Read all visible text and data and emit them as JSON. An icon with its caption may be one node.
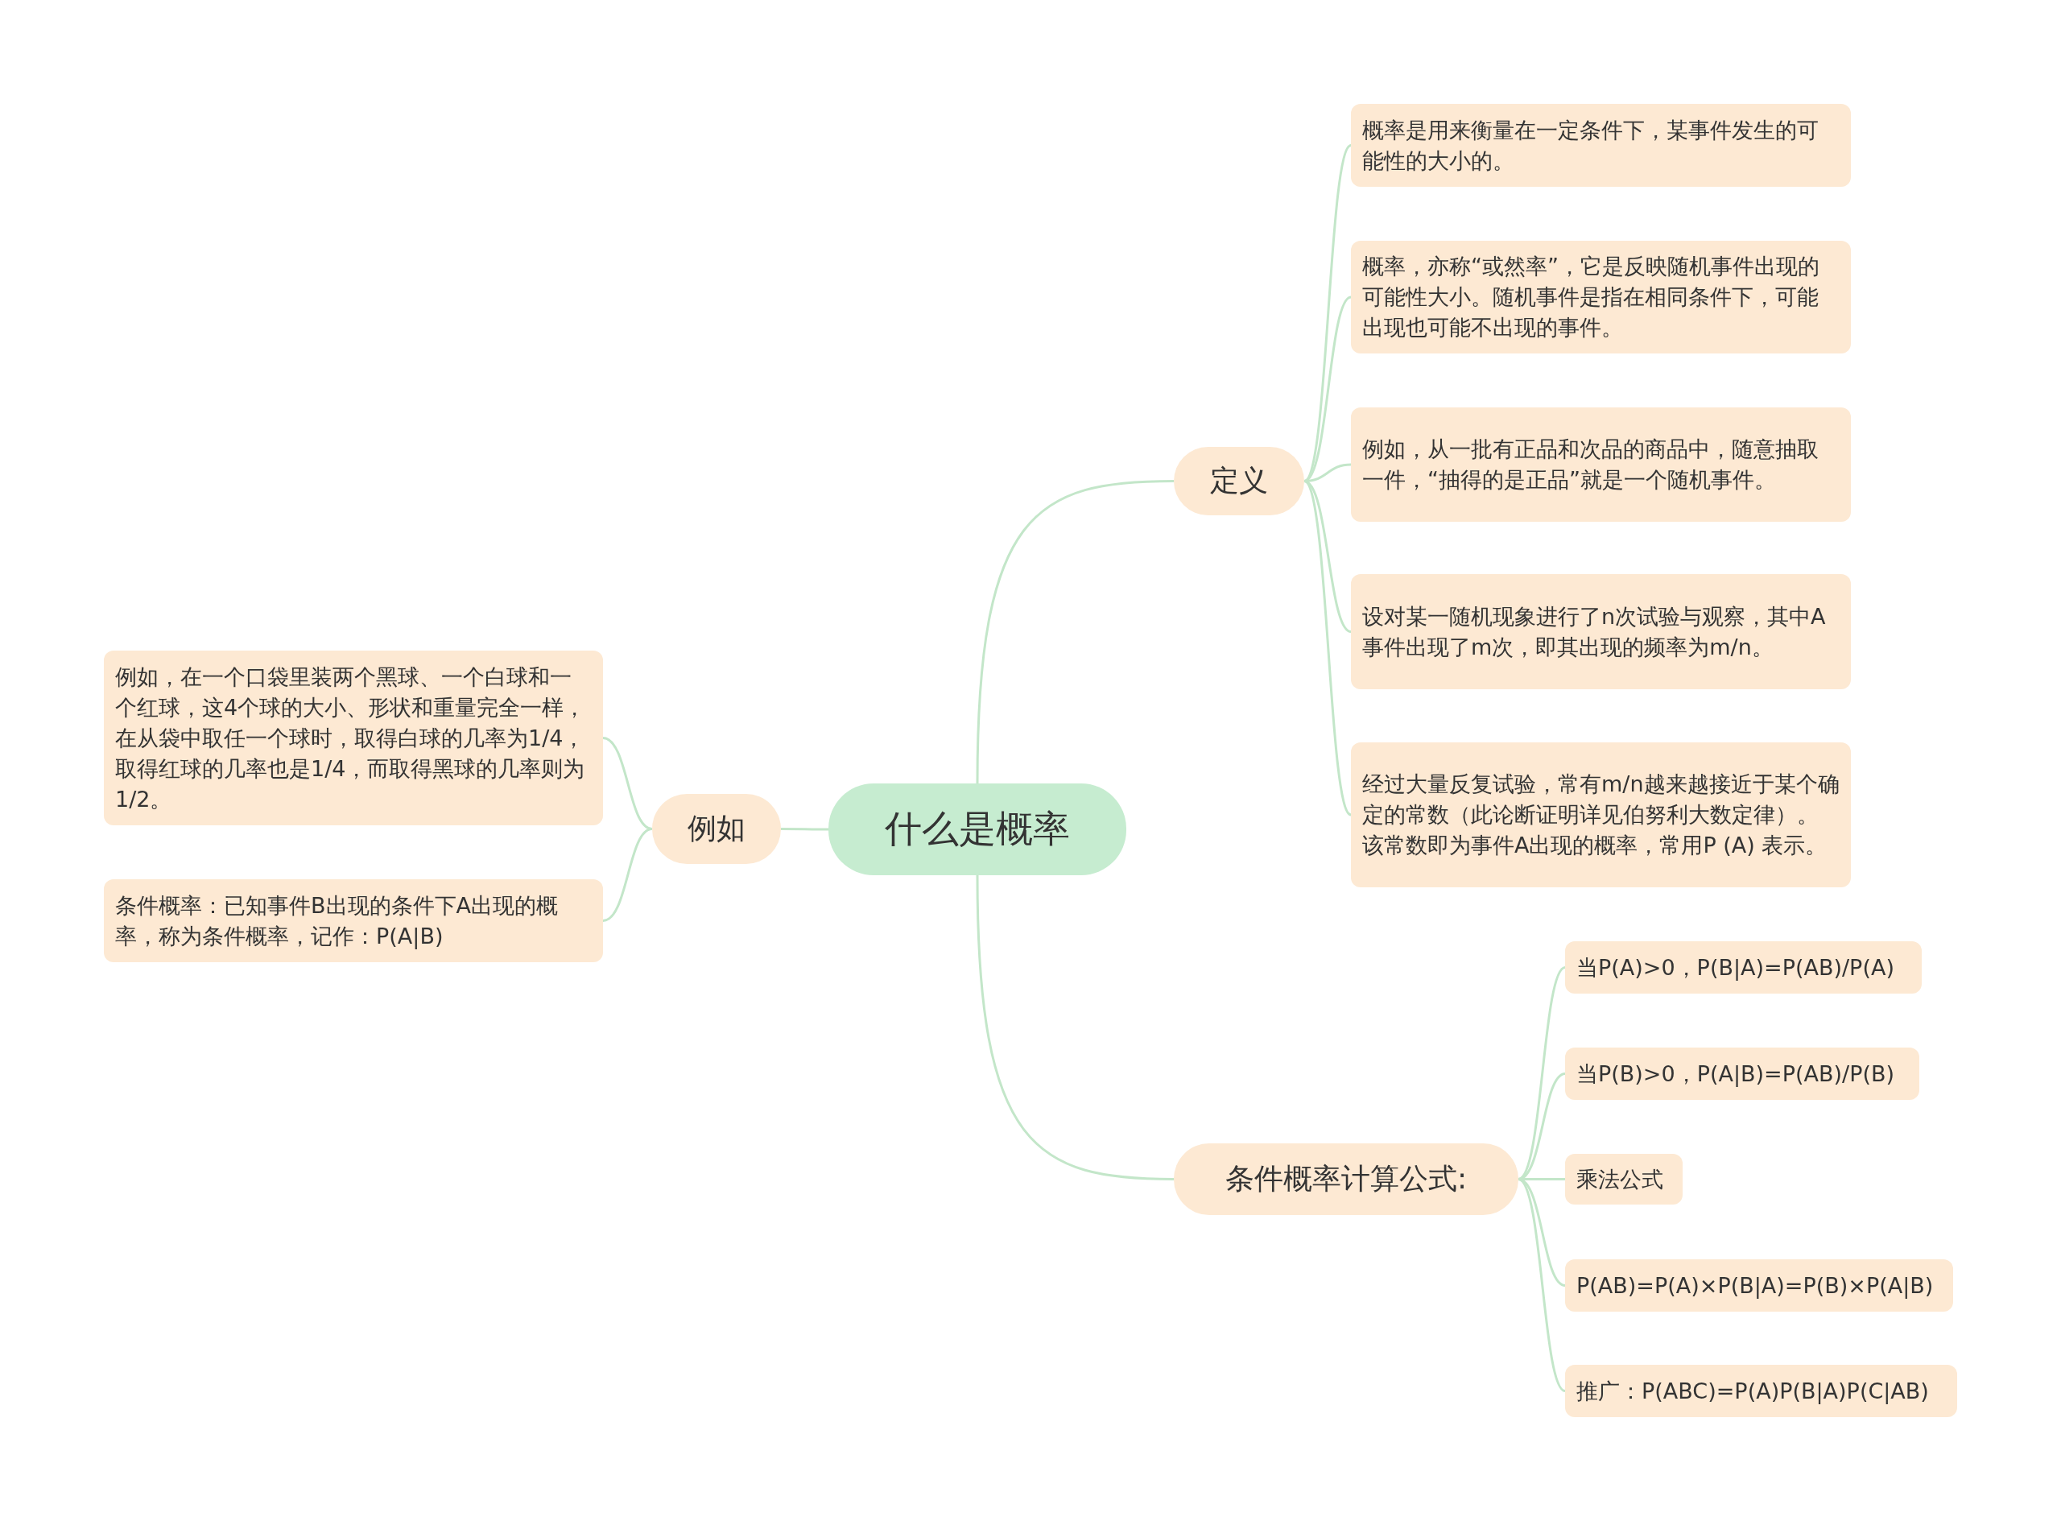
{
  "diagram": {
    "nodes": [
      {
        "text": [
          "什么是概率"
        ]
      },
      {
        "text": [
          "定义"
        ]
      },
      {
        "text": [
          "概率是用来衡量在一定条件下，某事件发生的可能性的大小的。"
        ]
      },
      {
        "text": [
          "概率，亦称“或然率”，它是反映随机事件出现的可能性大小。随机事件是指在相同条件下，可能出现也可能不出现的事件。"
        ]
      },
      {
        "text": [
          "例如，从一批有正品和次品的商品中，随意抽取一件，“抽得的是正品”就是一个随机事件。"
        ]
      },
      {
        "text": [
          "设对某一随机现象进行了n次试验与观察，其中A事件出现了m次，即其出现的频率为m/n。"
        ]
      },
      {
        "text": [
          "经过大量反复试验，常有m/n越来越接近于某个确定的常数（此论断证明详见伯努利大数定律）。该常数即为事件A出现的概率，常用P (A) 表示。"
        ]
      },
      {
        "text": [
          "条件概率计算公式:"
        ]
      },
      {
        "text": [
          "当P(A)>0，P(B|A)=P(AB)/P(A)"
        ]
      },
      {
        "text": [
          "当P(B)>0，P(A|B)=P(AB)/P(B)"
        ]
      },
      {
        "text": [
          "乘法公式"
        ]
      },
      {
        "text": [
          "P(AB)=P(A)×P(B|A)=P(B)×P(A|B)"
        ]
      },
      {
        "text": [
          "推广：P(ABC)=P(A)P(B|A)P(C|AB)"
        ]
      },
      {
        "text": [
          "例如"
        ]
      },
      {
        "text": [
          "例如，在一个口袋里装两个黑球、一个白球和一个红球，这4个球的大小、形状和重量完全一样，在从袋中取任一个球时，取得白球的几率为1/4，取得红球的几率也是1/4，而取得黑球的几率则为1/2。"
        ]
      },
      {
        "text": [
          "条件概率：已知事件B出现的条件下A出现的概率，称为条件概率，记作：P(A|B)"
        ]
      }
    ],
    "edges": [
      {
        "from": 0,
        "to": 1,
        "arrow": "none"
      },
      {
        "from": 1,
        "to": 2,
        "arrow": "none"
      },
      {
        "from": 1,
        "to": 3,
        "arrow": "none"
      },
      {
        "from": 1,
        "to": 4,
        "arrow": "none"
      },
      {
        "from": 1,
        "to": 5,
        "arrow": "none"
      },
      {
        "from": 1,
        "to": 6,
        "arrow": "none"
      },
      {
        "from": 0,
        "to": 7,
        "arrow": "none"
      },
      {
        "from": 7,
        "to": 8,
        "arrow": "none"
      },
      {
        "from": 7,
        "to": 9,
        "arrow": "none"
      },
      {
        "from": 7,
        "to": 10,
        "arrow": "none"
      },
      {
        "from": 7,
        "to": 11,
        "arrow": "none"
      },
      {
        "from": 7,
        "to": 12,
        "arrow": "none"
      },
      {
        "from": 0,
        "to": 13,
        "arrow": "none"
      },
      {
        "from": 13,
        "to": 14,
        "arrow": "none"
      },
      {
        "from": 13,
        "to": 15,
        "arrow": "none"
      }
    ]
  }
}
